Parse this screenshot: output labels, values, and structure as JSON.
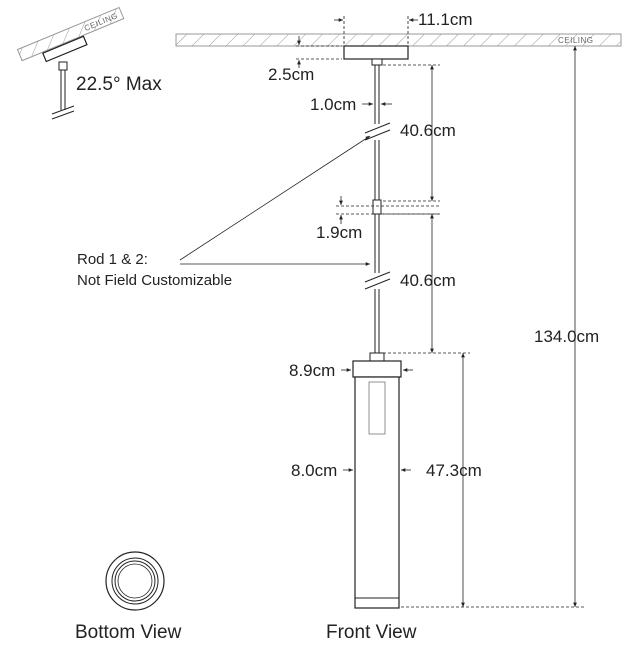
{
  "labels": {
    "ceiling_top": "CEILING",
    "ceiling_main": "CEILING",
    "slope_max": "22.5° Max",
    "canopy_width": "11.1cm",
    "canopy_height": "2.5cm",
    "rod_width": "1.0cm",
    "rod1_length": "40.6cm",
    "gap": "1.9cm",
    "rod2_length": "40.6cm",
    "overall_height": "134.0cm",
    "cap_width": "8.9cm",
    "shade_width": "8.0cm",
    "shade_height": "47.3cm",
    "rod_note_line1": "Rod 1 & 2:",
    "rod_note_line2": "Not Field Customizable",
    "bottom_view": "Bottom View",
    "front_view": "Front View"
  }
}
